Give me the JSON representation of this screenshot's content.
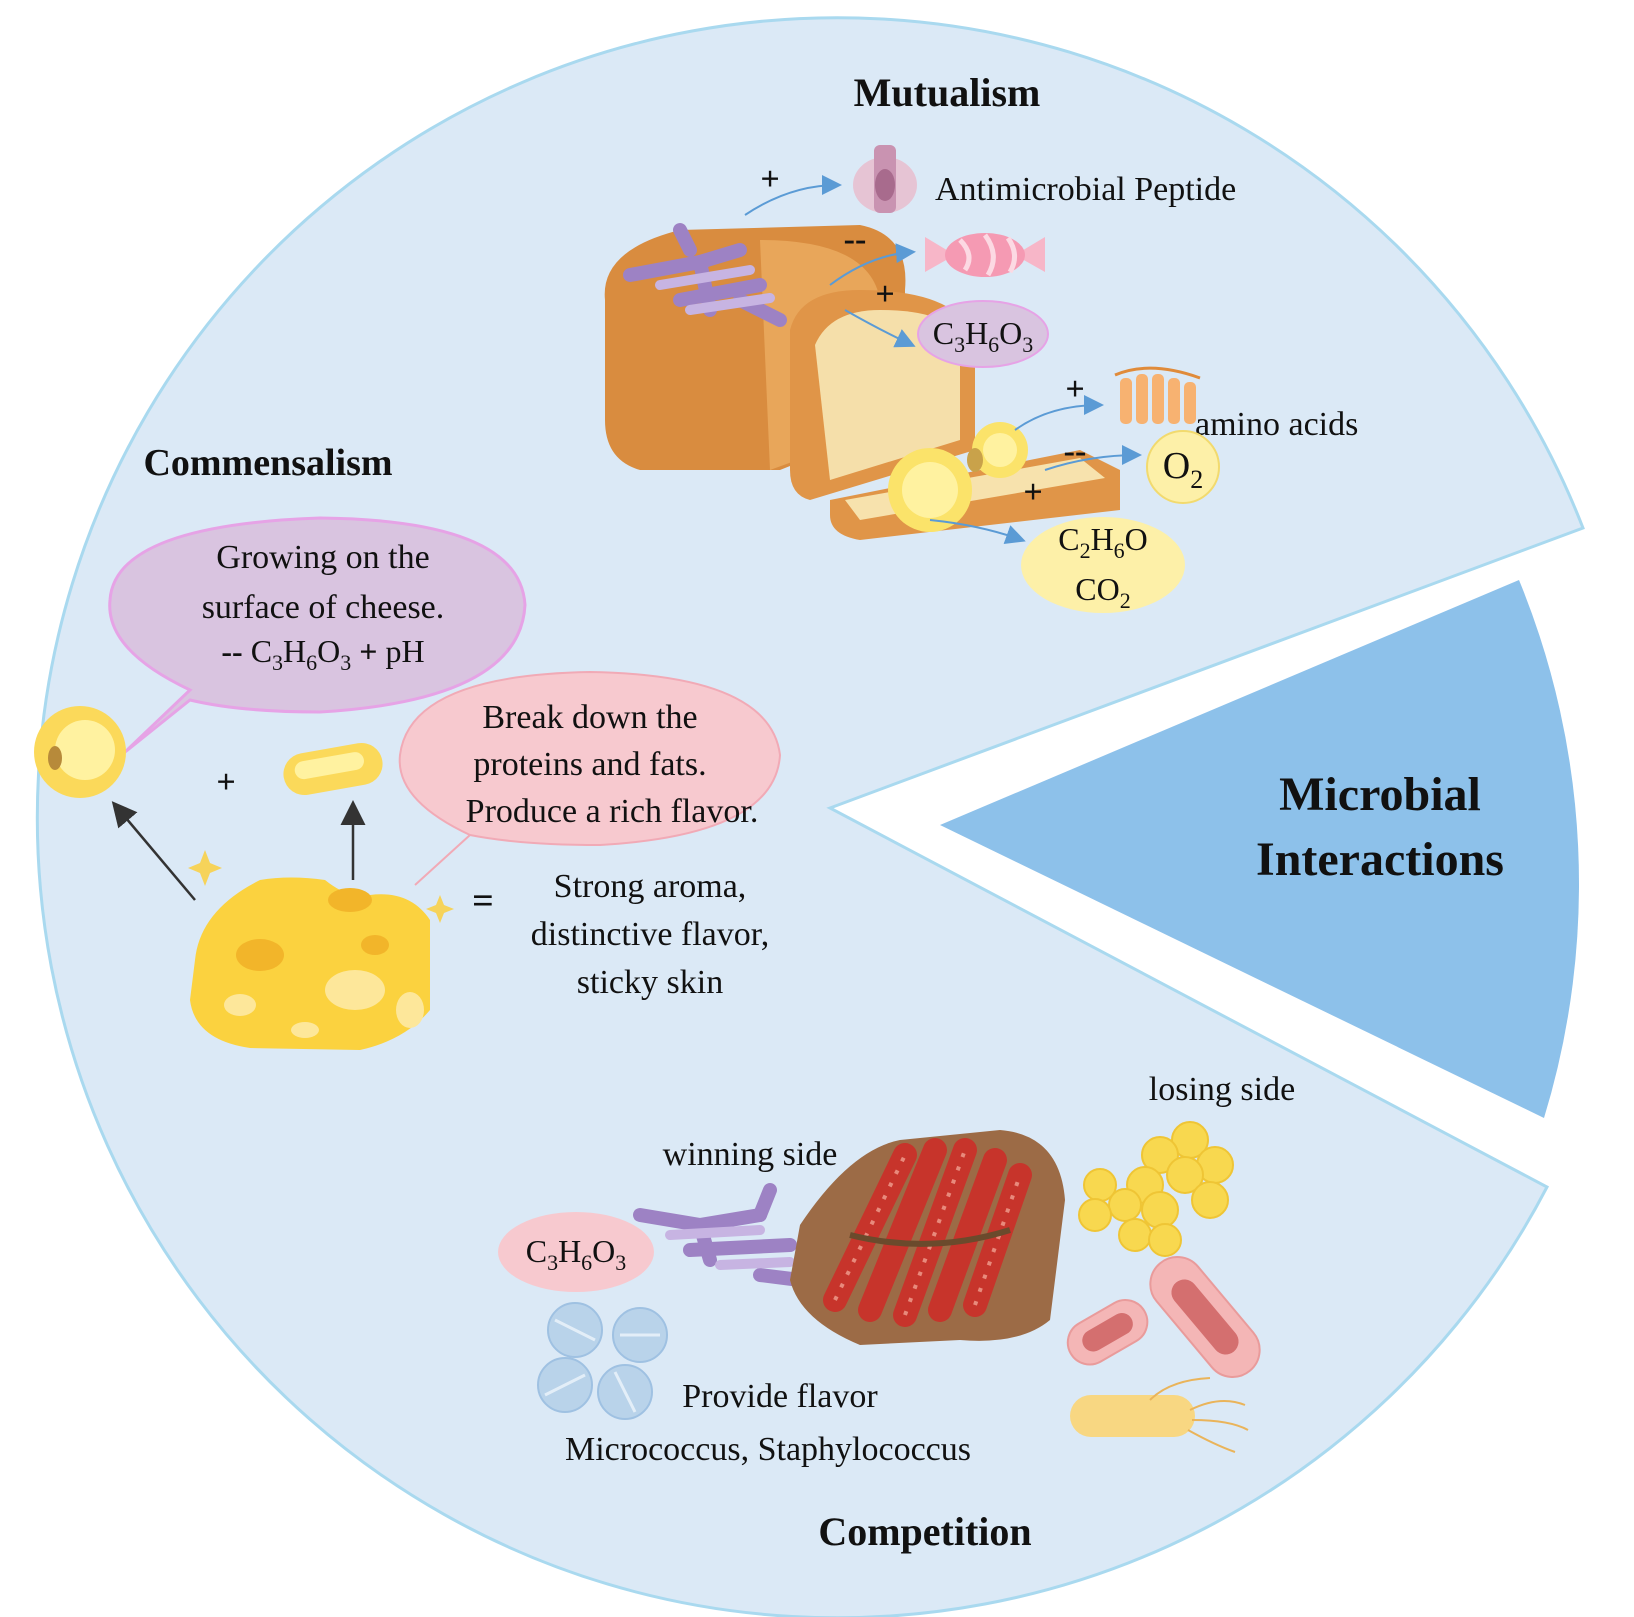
{
  "colors": {
    "pie_fill": "#dbe9f6",
    "pie_stroke": "#a9d9ef",
    "center_wedge": "#8dc1ea",
    "purple_bubble": "#d9c4e0",
    "purple_bubble_stroke": "#e6a3e6",
    "pink_bubble": "#f7c9cf",
    "yellow_oval": "#fdf0a8",
    "bread_crust": "#d98c3f",
    "cheese": "#fbd23f"
  },
  "center": {
    "line1": "Microbial",
    "line2": "Interactions"
  },
  "mutualism": {
    "title": "Mutualism",
    "peptide_sign": "+",
    "peptide_label": "Antimicrobial Peptide",
    "candy_sign": "--",
    "lactic_sign": "+",
    "lactic": {
      "p1": "C",
      "s1": "3",
      "p2": "H",
      "s2": "6",
      "p3": "O",
      "s3": "3"
    },
    "amino_sign": "+",
    "amino_label": "amino acids",
    "o2_sign": "--",
    "o2": {
      "p1": "O",
      "s1": "2"
    },
    "ethanol_sign": "+",
    "ethanol": {
      "p1": "C",
      "s1": "2",
      "p2": "H",
      "s2": "6",
      "p3": "O"
    },
    "co2": {
      "p1": "CO",
      "s1": "2"
    },
    "icons": [
      "peptide-icon",
      "candy-icon",
      "bacteria-cluster-icon",
      "protein-helix-icon",
      "yeast-icon",
      "bread-icon"
    ]
  },
  "commensalism": {
    "title": "Commensalism",
    "bubble1_line1": "Growing on the",
    "bubble1_line2": "surface of cheese.",
    "bubble1_minus": "--",
    "bubble1_formula": {
      "p1": "C",
      "s1": "3",
      "p2": "H",
      "s2": "6",
      "p3": "O",
      "s3": "3"
    },
    "bubble1_plus": "+",
    "bubble1_ph": "pH",
    "plus": "+",
    "bubble2_line1": "Break down the",
    "bubble2_line2": "proteins and fats.",
    "bubble2_line3": "Produce a rich flavor.",
    "equals": "=",
    "result_line1": "Strong aroma,",
    "result_line2": "distinctive flavor,",
    "result_line3": "sticky skin",
    "icons": [
      "yeast-icon",
      "rod-bacterium-icon",
      "cheese-icon",
      "sparkle-icon"
    ]
  },
  "competition": {
    "title": "Competition",
    "winning_label": "winning side",
    "losing_label": "losing side",
    "formula": {
      "p1": "C",
      "s1": "3",
      "p2": "H",
      "s2": "6",
      "p3": "O",
      "s3": "3"
    },
    "flavor_label": "Provide flavor",
    "genera_label": "Micrococcus, Staphylococcus",
    "icons": [
      "bacteria-cluster-icon",
      "sausage-icon",
      "cocci-cluster-icon",
      "rod-bacterium-icon",
      "flagellated-bacterium-icon",
      "tablet-cocci-icon"
    ]
  }
}
